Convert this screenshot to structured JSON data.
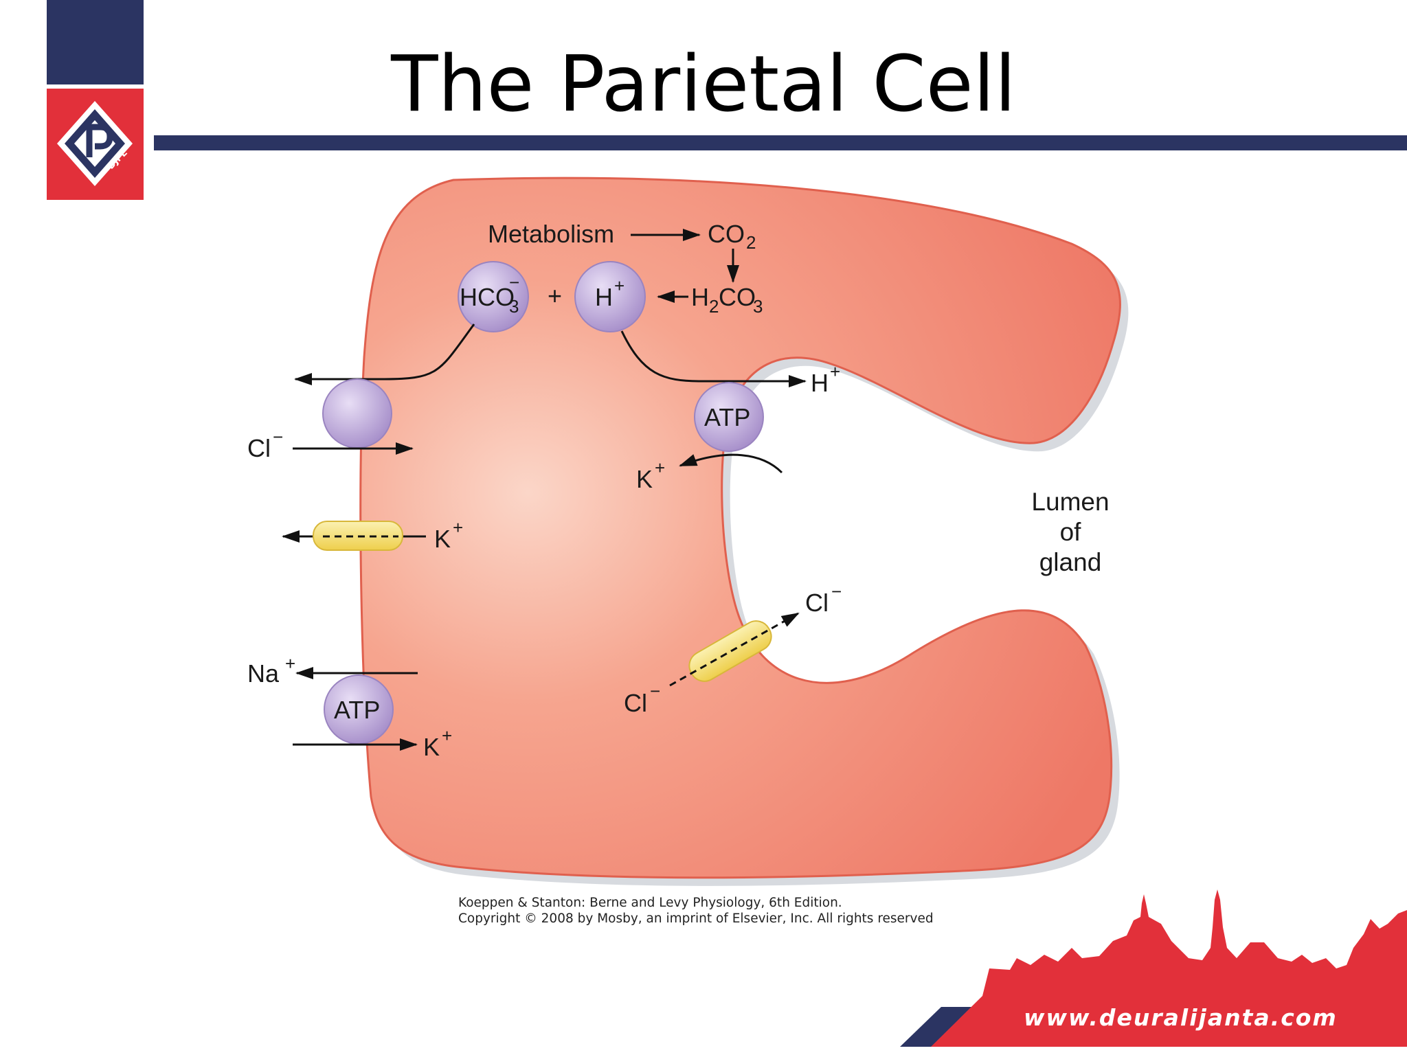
{
  "slide": {
    "title": "The Parietal Cell"
  },
  "logo": {
    "text": "DJPL",
    "colors": {
      "navy": "#2b3462",
      "red": "#e2303a"
    }
  },
  "diagram": {
    "metabolism": "Metabolism",
    "co2": "CO",
    "co2_sub": "2",
    "hco3": "HCO",
    "hco3_sub": "3",
    "hco3_sup": "−",
    "plus": "+",
    "h_circle": "H",
    "h_circle_sup": "+",
    "h2co3_h": "H",
    "h2co3_sub1": "2",
    "h2co3_co": "CO",
    "h2co3_sub2": "3",
    "h_out": "H",
    "h_out_sup": "+",
    "atp_apical": "ATP",
    "k_apical": "K",
    "k_apical_sup": "+",
    "cl_basal": "Cl",
    "cl_basal_sup": "−",
    "k_channel": "K",
    "k_channel_sup": "+",
    "na": "Na",
    "na_sup": "+",
    "atp_basal": "ATP",
    "k_basal": "K",
    "k_basal_sup": "+",
    "cl_in": "Cl",
    "cl_in_sup": "−",
    "cl_out": "Cl",
    "cl_out_sup": "−",
    "lumen": [
      "Lumen",
      "of",
      "gland"
    ],
    "colors": {
      "cell": "#f28672",
      "cell_light": "#f9c3b3",
      "transporter": "#b7a3d6",
      "channel": "#f4e27a"
    }
  },
  "citation": {
    "line1": "Koeppen & Stanton: Berne and Levy Physiology, 6th Edition.",
    "line2": "Copyright © 2008 by Mosby, an imprint of Elsevier, Inc. All rights reserved"
  },
  "footer": {
    "url": "www.deuralijanta.com",
    "color": "#e2303a"
  }
}
